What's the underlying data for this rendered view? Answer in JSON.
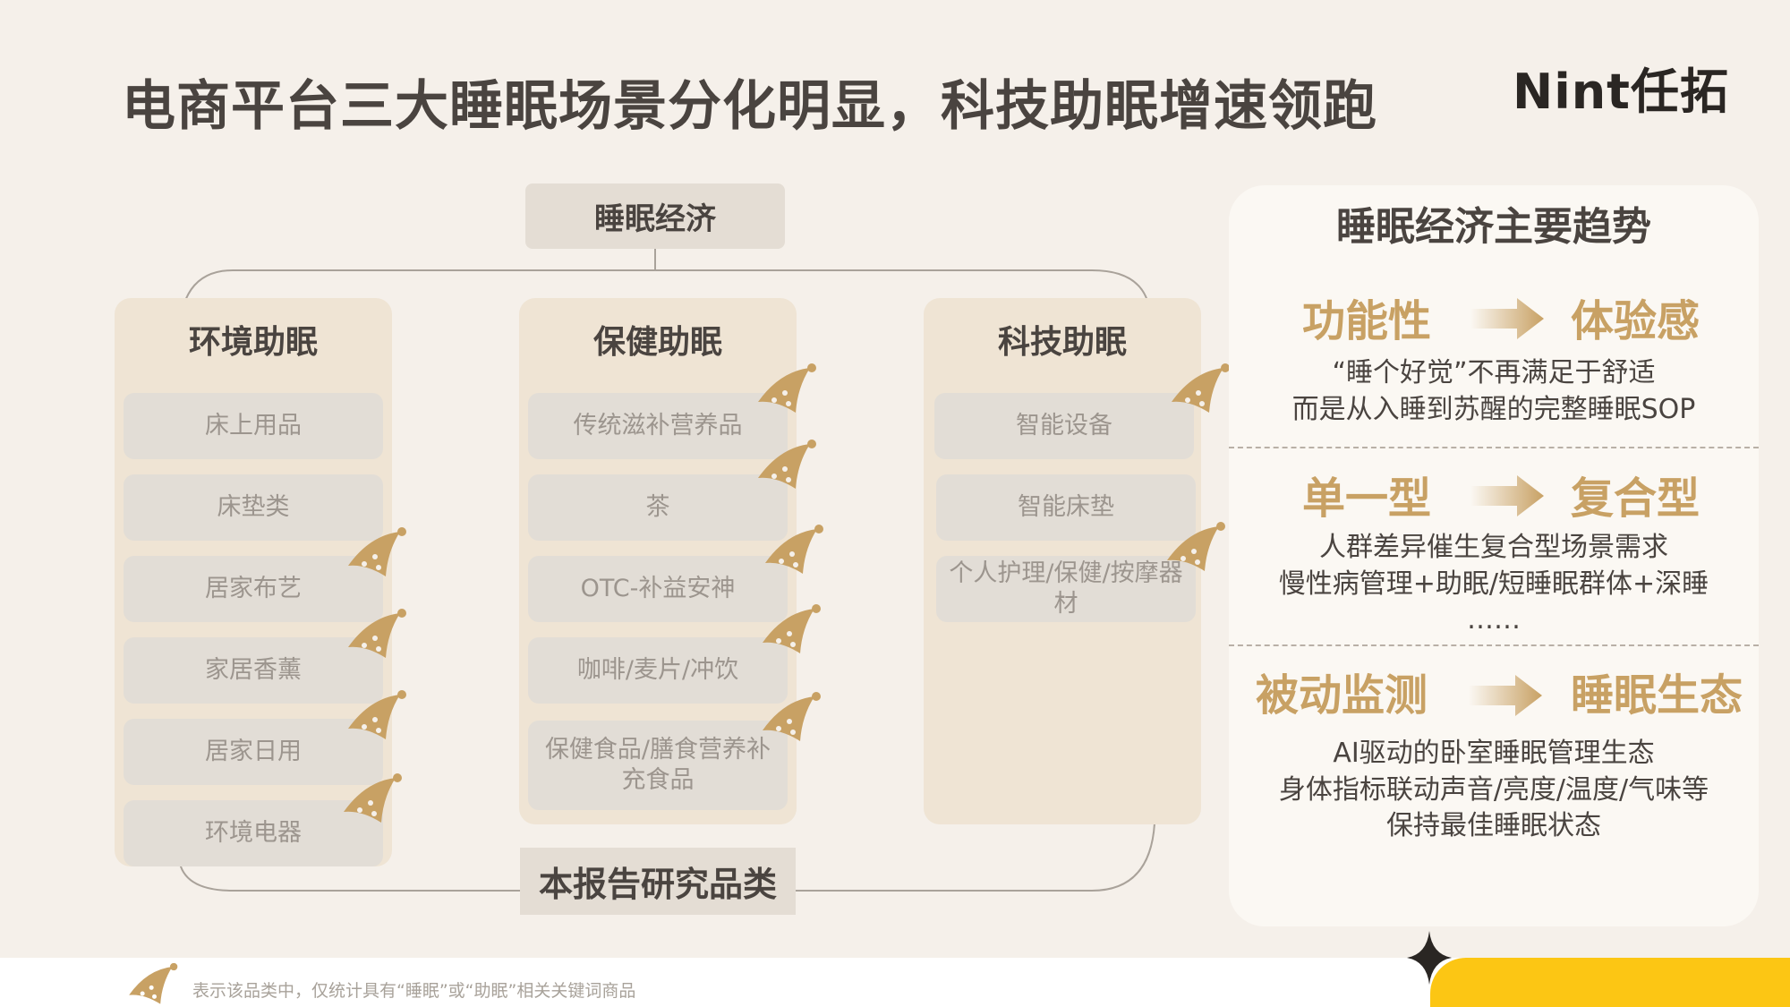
{
  "title": "电商平台三大睡眠场景分化明显，科技助眠增速领跑",
  "brand": "Nint任拓",
  "root": "睡眠经济",
  "columns": [
    {
      "title": "环境助眠",
      "items": [
        "床上用品",
        "床垫类",
        "居家布艺",
        "家居香薰",
        "居家日用",
        "环境电器"
      ]
    },
    {
      "title": "保健助眠",
      "items": [
        "传统滋补营养品",
        "茶",
        "OTC-补益安神",
        "咖啡/麦片/冲饮",
        "保健食品/膳食营养补充食品"
      ]
    },
    {
      "title": "科技助眠",
      "items": [
        "智能设备",
        "智能床垫",
        "个人护理/保健/按摩器材"
      ]
    }
  ],
  "bottom_label": "本报告研究品类",
  "trends_panel": {
    "title": "睡眠经济主要趋势",
    "trends": [
      {
        "from": "功能性",
        "to": "体验感",
        "desc": [
          "“睡个好觉”不再满足于舒适",
          "而是从入睡到苏醒的完整睡眠SOP"
        ]
      },
      {
        "from": "单一型",
        "to": "复合型",
        "desc": [
          "人群差异催生复合型场景需求",
          "慢性病管理+助眠/短睡眠群体+深睡",
          "……"
        ]
      },
      {
        "from": "被动监测",
        "to": "睡眠生态",
        "desc": [
          "AI驱动的卧室睡眠管理生态",
          "身体指标联动声音/亮度/温度/气味等",
          "保持最佳睡眠状态"
        ]
      }
    ]
  },
  "footnote": "表示该品类中，仅统计具有“睡眠”或“助眠”相关关键词商品",
  "colors": {
    "accent": "#c8a164",
    "background": "#f5f0ea",
    "yellow": "#fcc614"
  },
  "icons": {
    "marker": "sleep-cap-icon",
    "arrow": "arrow-right-icon",
    "star": "sparkle-icon"
  }
}
